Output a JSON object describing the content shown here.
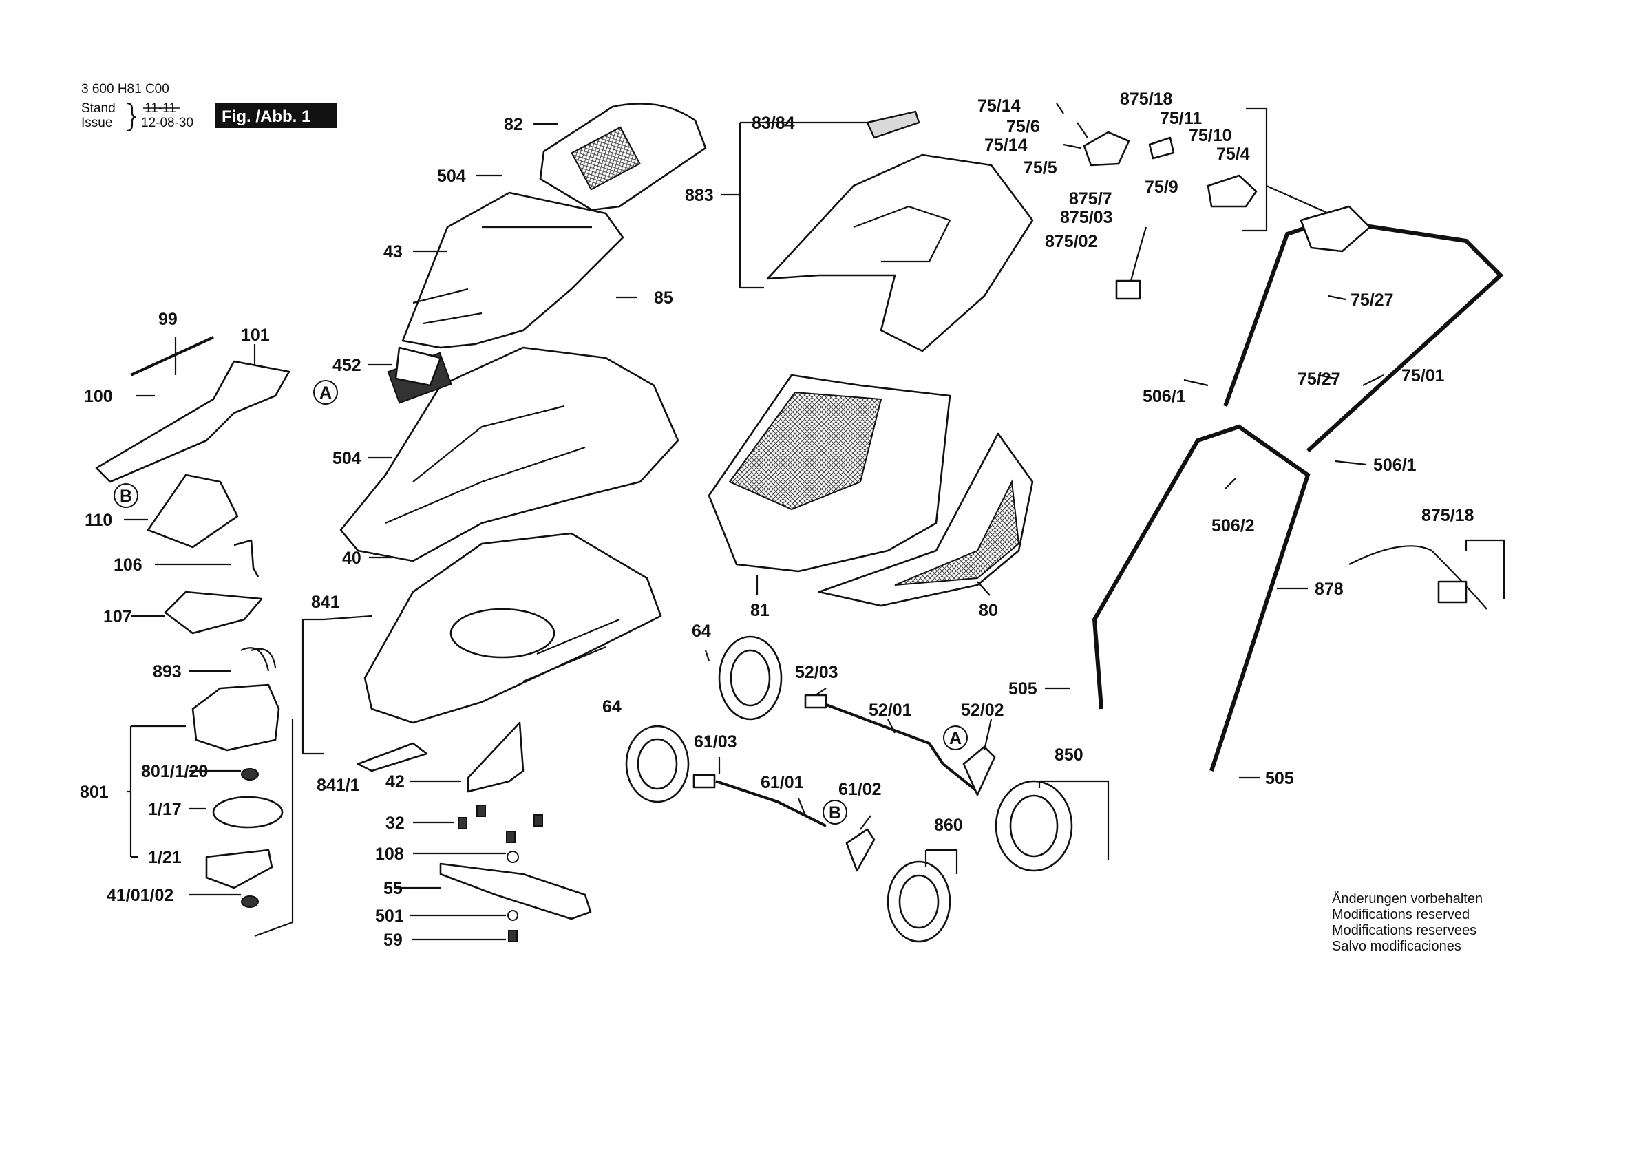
{
  "header": {
    "doc_number": "3 600 H81 C00",
    "stand_label": "Stand",
    "issue_label": "Issue",
    "old_date": "11-11",
    "issue_date": "12-08-30",
    "figure_label": "Fig. /Abb. 1"
  },
  "notes": [
    "Änderungen vorbehalten",
    "Modifications reserved",
    "Modifications reservees",
    "Salvo modificaciones"
  ],
  "callouts": {
    "p82": "82",
    "p504a": "504",
    "p43": "43",
    "p85": "85",
    "p99": "99",
    "p101": "101",
    "p100": "100",
    "p452": "452",
    "p504b": "504",
    "p40": "40",
    "p110": "110",
    "p106": "106",
    "p107": "107",
    "p841": "841",
    "p893": "893",
    "p801": "801",
    "p801_1_20": "801/1/20",
    "p1_17": "1/17",
    "p1_21": "1/21",
    "p41_01_02": "41/01/02",
    "p841_1": "841/1",
    "p42": "42",
    "p32": "32",
    "p108": "108",
    "p55": "55",
    "p501": "501",
    "p59": "59",
    "p83_84": "83/84",
    "p883": "883",
    "p81": "81",
    "p80": "80",
    "p64a": "64",
    "p52_03": "52/03",
    "p52_01": "52/01",
    "p64b": "64",
    "p52_02": "52/02",
    "p61_03": "61/03",
    "p61_01": "61/01",
    "p61_02": "61/02",
    "p860": "860",
    "p850": "850",
    "p75_14a": "75/14",
    "p75_6": "75/6",
    "p75_14b": "75/14",
    "p75_5": "75/5",
    "p875_18a": "875/18",
    "p75_11": "75/11",
    "p75_10": "75/10",
    "p75_4": "75/4",
    "p75_9": "75/9",
    "p875_7": "875/7",
    "p875_03": "875/03",
    "p875_02": "875/02",
    "p75_27a": "75/27",
    "p75_27b": "75/27",
    "p75_01": "75/01",
    "p506_1a": "506/1",
    "p506_1b": "506/1",
    "p506_2": "506/2",
    "p875_18b": "875/18",
    "p878": "878",
    "p505a": "505",
    "p505b": "505"
  },
  "markers": {
    "A1": "A",
    "B1": "B",
    "A2": "A",
    "B2": "B"
  }
}
